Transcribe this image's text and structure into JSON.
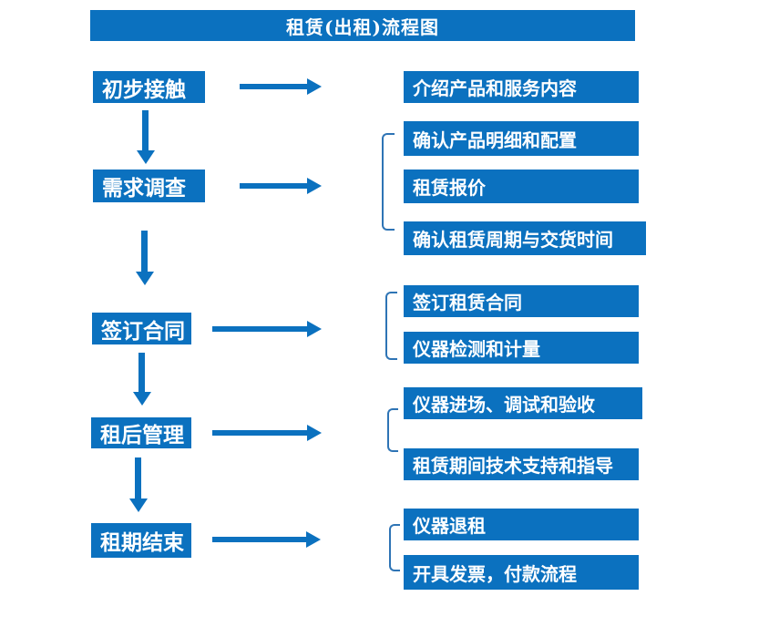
{
  "title": "租赁(出租)流程图",
  "colors": {
    "primary": "#0b71bf",
    "bracket": "#2e74b5",
    "text_on_primary": "#ffffff",
    "background": "#ffffff"
  },
  "stages": [
    {
      "label": "初步接触",
      "outputs": [
        "介绍产品和服务内容"
      ]
    },
    {
      "label": "需求调查",
      "outputs": [
        "确认产品明细和配置",
        "租赁报价",
        "确认租赁周期与交货时间"
      ]
    },
    {
      "label": "签订合同",
      "outputs": [
        "签订租赁合同",
        "仪器检测和计量"
      ]
    },
    {
      "label": "租后管理",
      "outputs": [
        "仪器进场、调试和验收",
        "租赁期间技术支持和指导"
      ]
    },
    {
      "label": "租期结束",
      "outputs": [
        "仪器退租",
        "开具发票，付款流程"
      ]
    }
  ]
}
